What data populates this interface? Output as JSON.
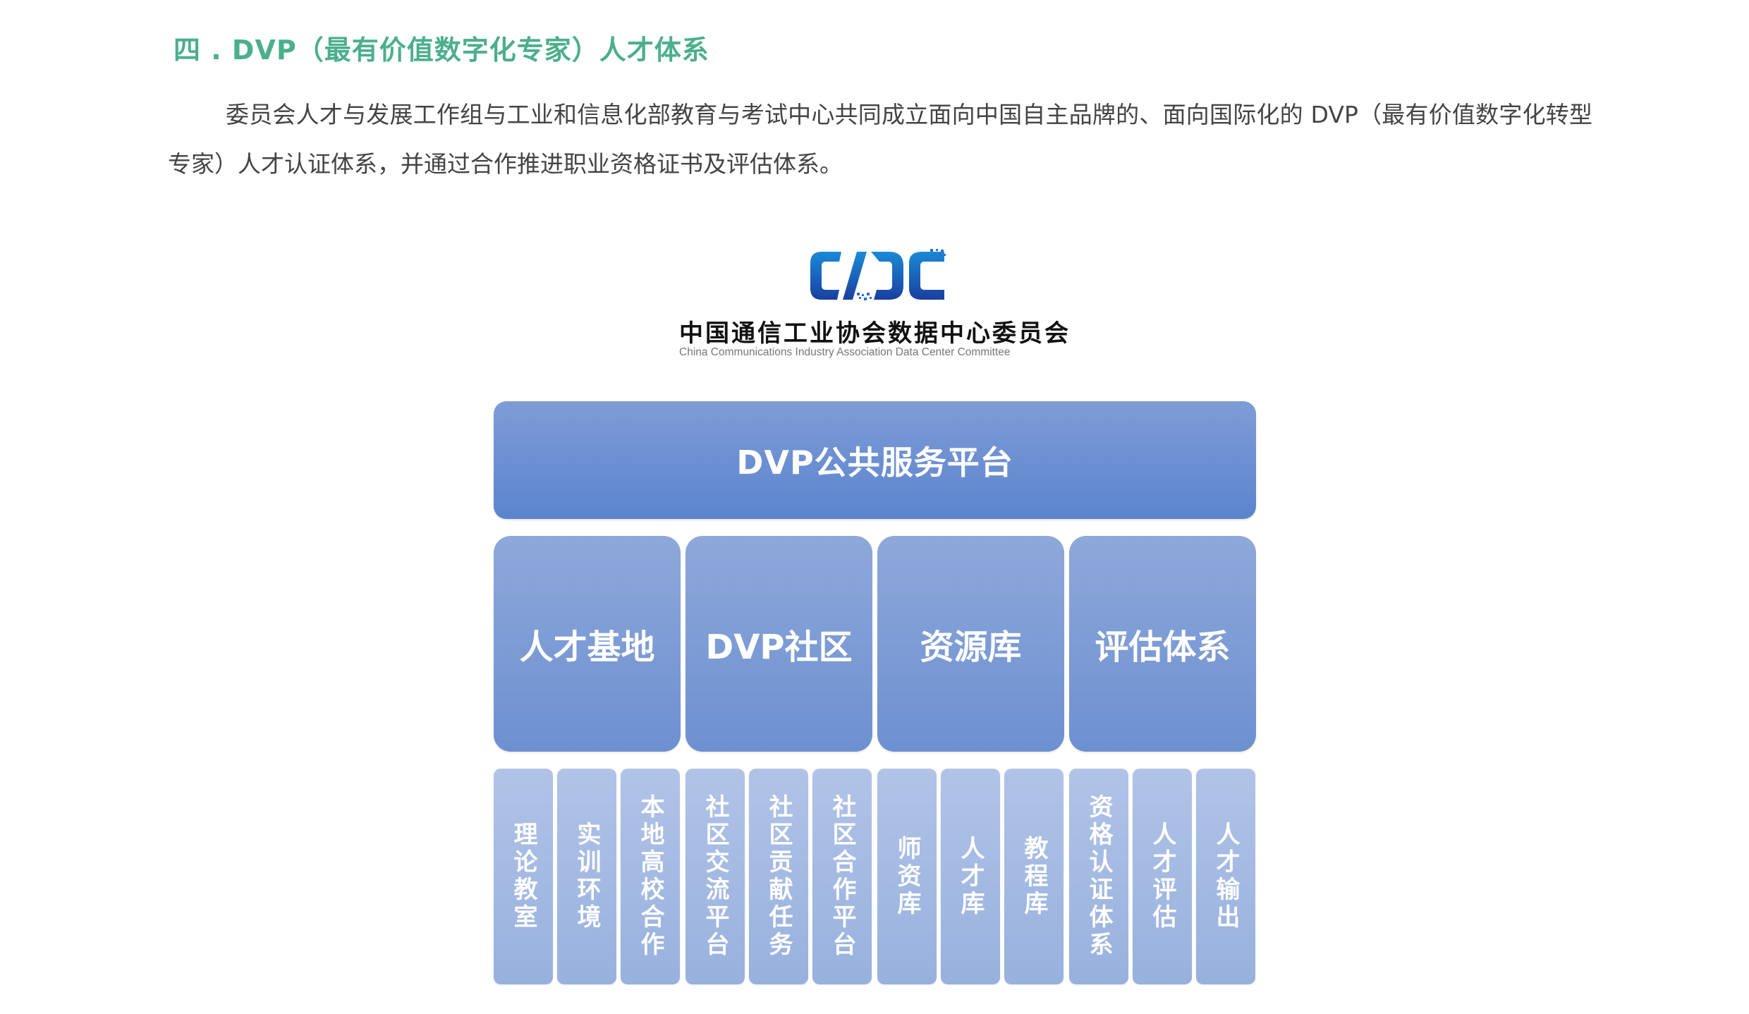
{
  "section": {
    "heading": "四 . DVP（最有价值数字化专家）人才体系",
    "paragraph": "委员会人才与发展工作组与工业和信息化部教育与考试中心共同成立面向中国自主品牌的、面向国际化的 DVP（最有价值数字化转型专家）人才认证体系，并通过合作推进职业资格证书及评估体系。"
  },
  "logo": {
    "mark": "CIDC",
    "name_cn": "中国通信工业协会数据中心委员会",
    "name_en": "China Communications Industry Association Data Center Committee",
    "colors": {
      "top": "#1a8ad6",
      "bottom": "#1a3fa0"
    }
  },
  "diagram": {
    "platform": "DVP公共服务平台",
    "pillars": [
      {
        "label": "人才基地",
        "items": [
          "理论教室",
          "实训环境",
          "本地高校合作"
        ]
      },
      {
        "label": "DVP社区",
        "items": [
          "社区交流平台",
          "社区贡献任务",
          "社区合作平台"
        ]
      },
      {
        "label": "资源库",
        "items": [
          "师资库",
          "人才库",
          "教程库"
        ]
      },
      {
        "label": "评估体系",
        "items": [
          "资格认证体系",
          "人才评估",
          "人才输出"
        ]
      }
    ],
    "colors": {
      "platform": [
        "#7f9cd6",
        "#5b84ce"
      ],
      "pillar": [
        "#8ea8da",
        "#6d90d0"
      ],
      "leaf": [
        "#b1c3e7",
        "#97b1de"
      ],
      "heading": "#4caf8c"
    }
  }
}
